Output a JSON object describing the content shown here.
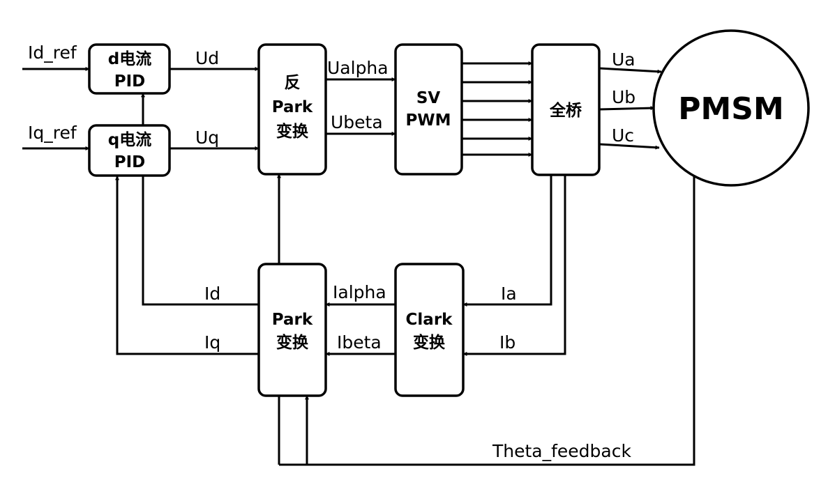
{
  "blocks": {
    "d_pid": [
      "d电流",
      "PID"
    ],
    "q_pid": [
      "q电流",
      "PID"
    ],
    "inv_park": [
      "反",
      "Park",
      "变换"
    ],
    "svpwm": [
      "SV",
      "PWM"
    ],
    "bridge": [
      "全桥"
    ],
    "motor": [
      "PMSM"
    ],
    "park": [
      "Park",
      "变换"
    ],
    "clark": [
      "Clark",
      "变换"
    ]
  },
  "signals": {
    "id_ref": "Id_ref",
    "iq_ref": "Iq_ref",
    "ud": "Ud",
    "uq": "Uq",
    "ualpha": "Ualpha",
    "ubeta": "Ubeta",
    "ua": "Ua",
    "ub": "Ub",
    "uc": "Uc",
    "ia": "Ia",
    "ib": "Ib",
    "ialpha": "Ialpha",
    "ibeta": "Ibeta",
    "id": "Id",
    "iq": "Iq",
    "theta": "Theta_feedback"
  }
}
